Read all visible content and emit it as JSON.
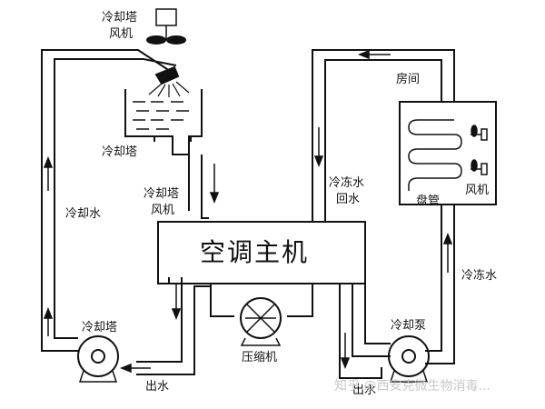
{
  "labels": {
    "tower_fan_top": [
      "冷却塔",
      "风机"
    ],
    "cooling_tower": "冷却塔",
    "tower_fan_mid": [
      "冷却塔",
      "风机"
    ],
    "cooling_water": "冷却水",
    "main_unit": "空调主机",
    "cooling_tower_pump": "冷却塔",
    "outlet_water_left": "出水",
    "compressor": "压缩机",
    "room": "房间",
    "chilled_return": [
      "冷冻水",
      "回水"
    ],
    "coil": "盘管",
    "fan_unit": "风机",
    "chilled_water": "冷冻水",
    "cooling_pump": "冷却泵",
    "outlet_water_right": "出水"
  },
  "watermark": "知乎 @西安克微生物消毒...",
  "colors": {
    "line": "#111111",
    "background": "#ffffff"
  }
}
